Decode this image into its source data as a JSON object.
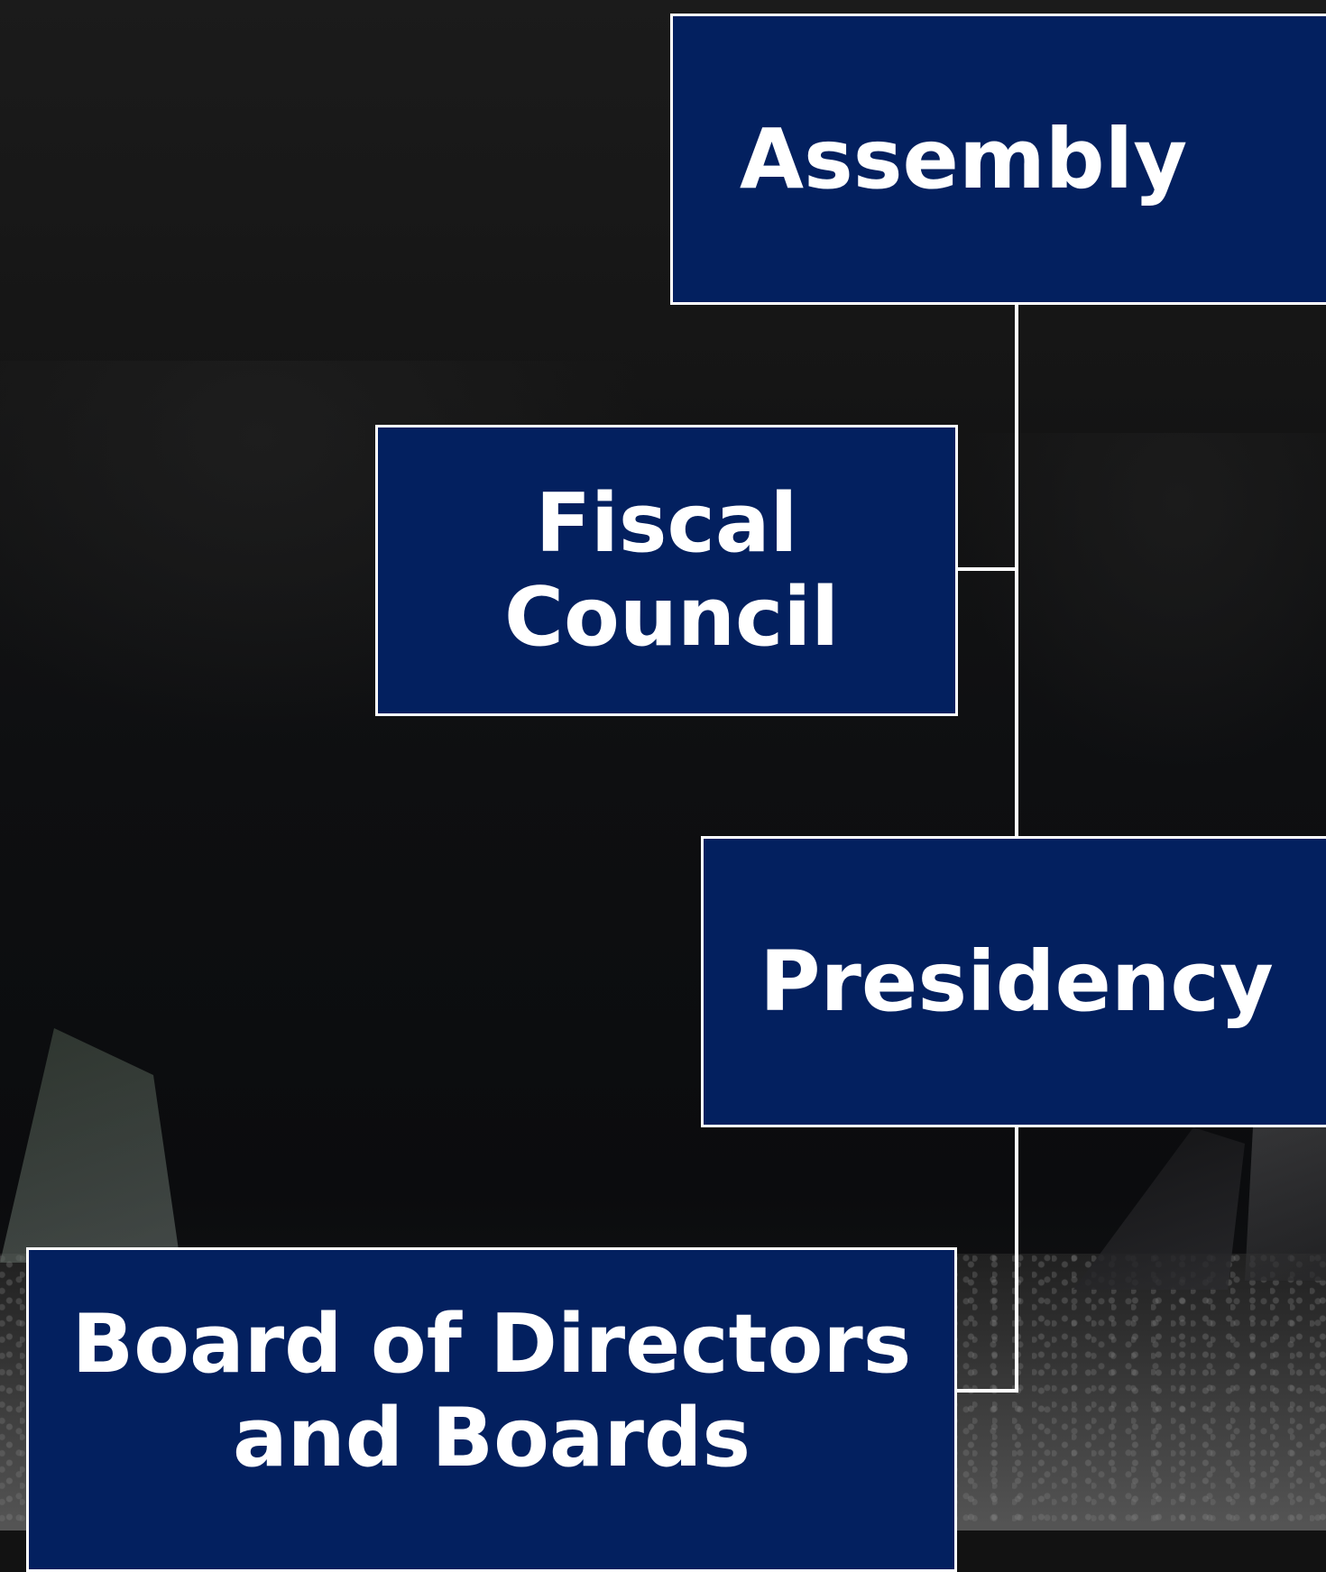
{
  "diagram": {
    "type": "org-chart",
    "nodes": [
      {
        "id": "assembly",
        "label": "Assembly"
      },
      {
        "id": "fiscal-council",
        "label": "Fiscal Council"
      },
      {
        "id": "presidency",
        "label": "Presidency"
      },
      {
        "id": "board",
        "label": "Board of Directors and Boards"
      }
    ],
    "edges": [
      {
        "from": "assembly",
        "to": "fiscal-council"
      },
      {
        "from": "assembly",
        "to": "presidency"
      },
      {
        "from": "presidency",
        "to": "board"
      }
    ]
  },
  "colors": {
    "node_fill": "#03205f",
    "node_border": "#ffffff",
    "connector": "#ffffff",
    "text": "#ffffff"
  }
}
